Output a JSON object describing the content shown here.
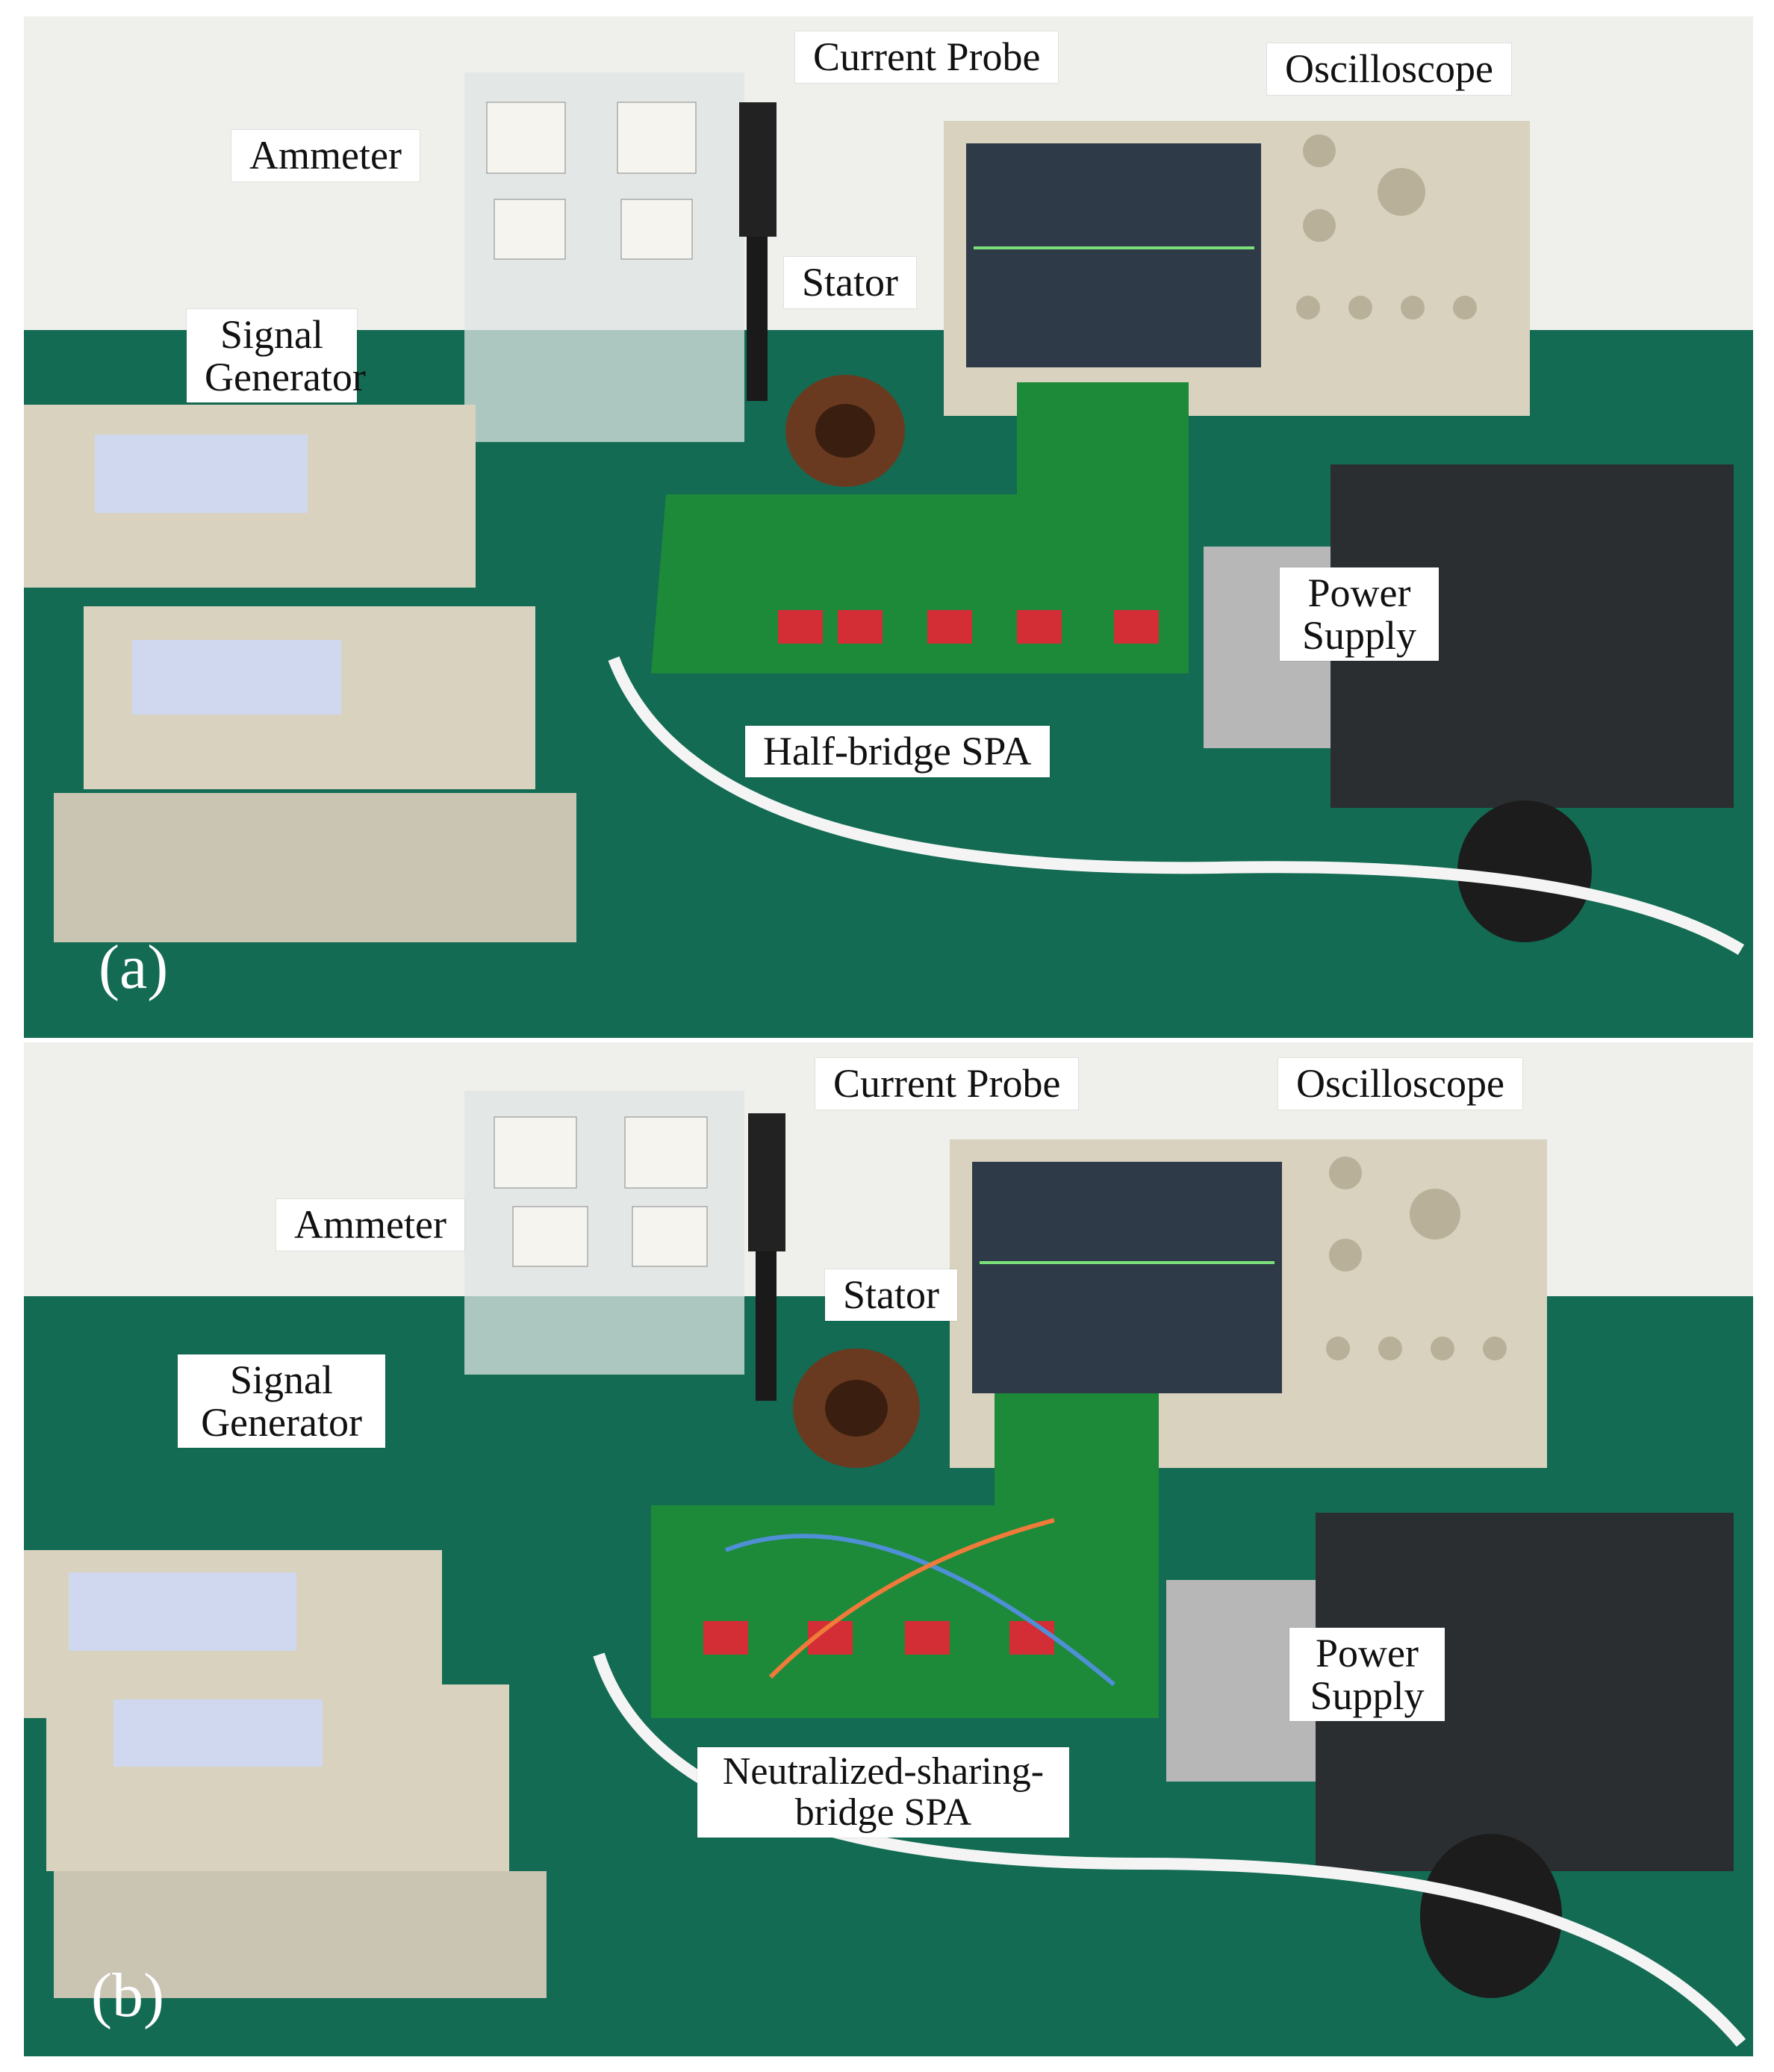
{
  "panels": [
    {
      "letter": "(a)",
      "labels": {
        "current_probe": "Current Probe",
        "oscilloscope": "Oscilloscope",
        "ammeter": "Ammeter",
        "stator": "Stator",
        "signal_generator": "Signal Generator",
        "power_supply": "Power Supply",
        "spa": "Half-bridge SPA"
      }
    },
    {
      "letter": "(b)",
      "labels": {
        "current_probe": "Current Probe",
        "oscilloscope": "Oscilloscope",
        "ammeter": "Ammeter",
        "stator": "Stator",
        "signal_generator": "Signal Generator",
        "power_supply": "Power Supply",
        "spa": "Neutralized-sharing-bridge SPA"
      }
    }
  ],
  "colors": {
    "bench_green": "#126b52",
    "wall": "#efefec",
    "pcb_green": "#1d8a3a",
    "instrument_beige": "#d8d2bf",
    "scope_screen": "#2e3a48",
    "trace_green": "#7be07a",
    "relay_red": "#d32d36",
    "psu_black": "#2b2e30"
  },
  "icon_names": [
    "ammeter-dial-icon",
    "oscilloscope-screen-icon",
    "bnc-connector-icon"
  ]
}
